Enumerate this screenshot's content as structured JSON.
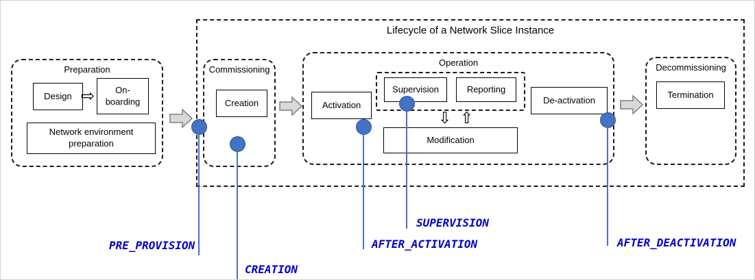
{
  "lifecycle": {
    "title": "Lifecycle of a Network Slice Instance"
  },
  "preparation": {
    "title": "Preparation",
    "design": "Design",
    "onboarding": "On-boarding",
    "network_env": "Network environment preparation"
  },
  "commissioning": {
    "title": "Commissioning",
    "creation": "Creation"
  },
  "operation": {
    "title": "Operation",
    "activation": "Activation",
    "supervision": "Supervision",
    "reporting": "Reporting",
    "modification": "Modification",
    "deactivation": "De-activation"
  },
  "decommissioning": {
    "title": "Decommissioning",
    "termination": "Termination"
  },
  "markers": {
    "pre_provision": "PRE_PROVISION",
    "creation": "CREATION",
    "supervision": "SUPERVISION",
    "after_activation": "AFTER_ACTIVATION",
    "after_deactivation": "AFTER_DEACTIVATION"
  },
  "icons": {
    "right_hollow_arrow": "⇨",
    "down_hollow_arrow": "⇩",
    "up_hollow_arrow": "⇧",
    "flow_arrow": "right-block-arrow"
  },
  "colors": {
    "marker_fill": "#4472C4",
    "marker_border": "#2E5395",
    "marker_line": "#4472C4",
    "label_text": "#0000C8",
    "flow_arrow_fill": "#D9D9D9",
    "flow_arrow_stroke": "#7F7F7F"
  }
}
